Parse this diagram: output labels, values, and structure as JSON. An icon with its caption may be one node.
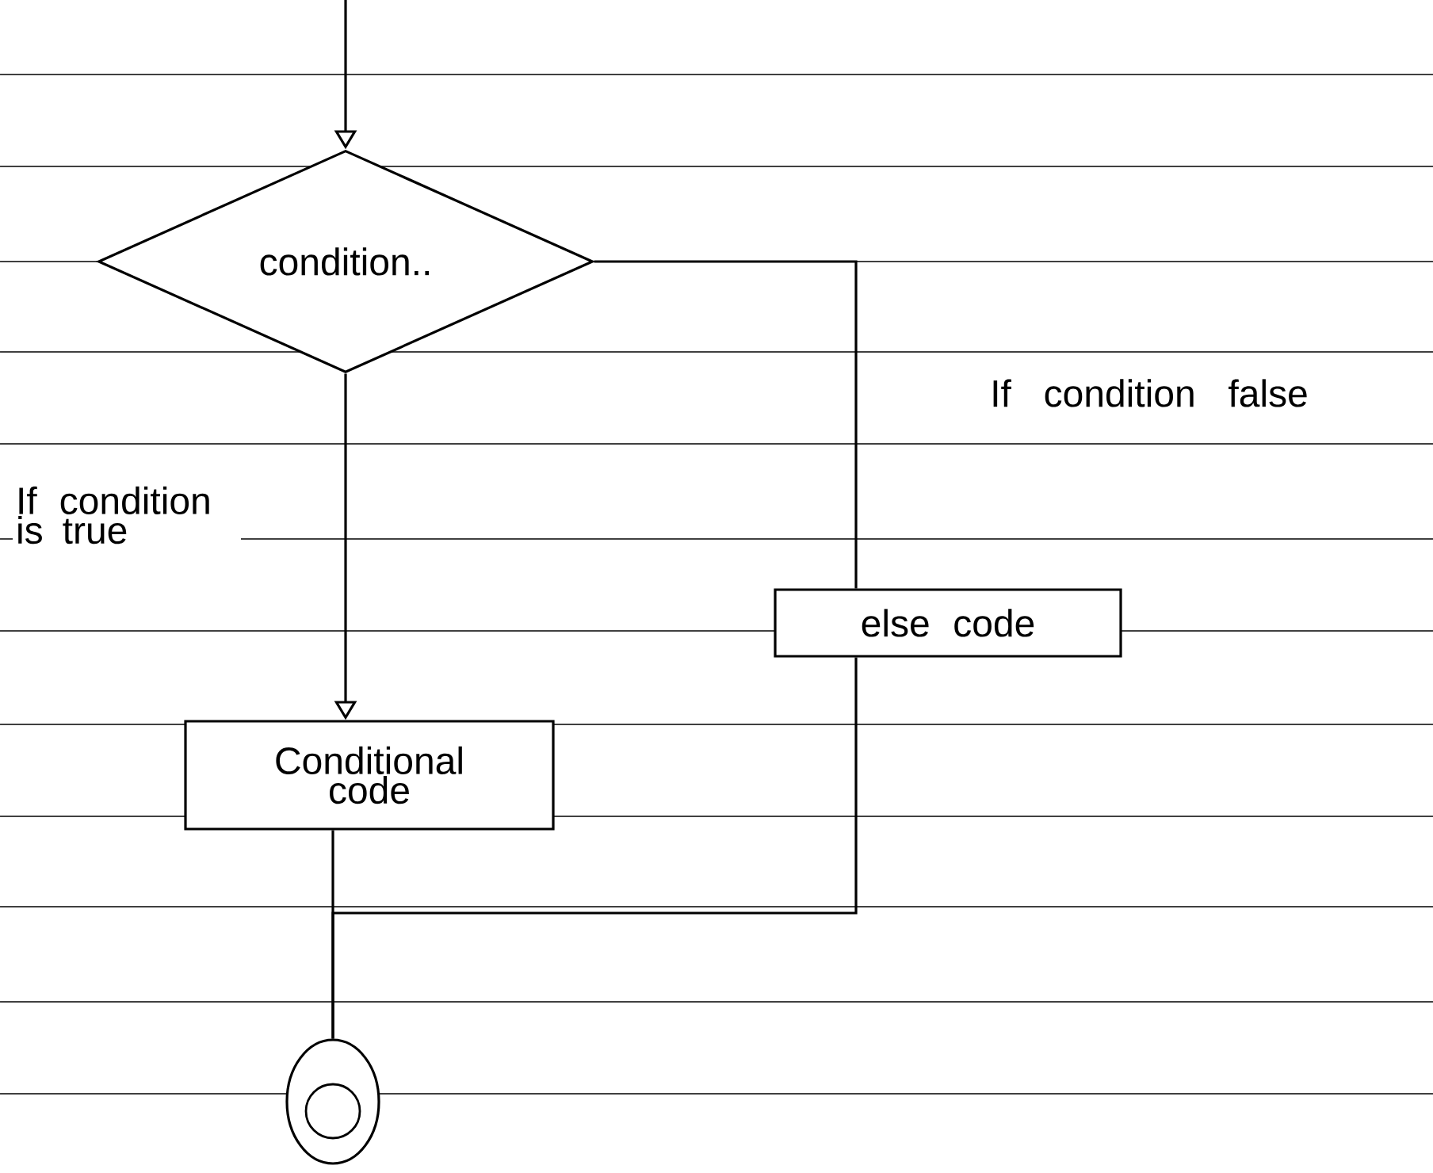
{
  "diagram": {
    "nodes": [
      {
        "text": [
          "condition.."
        ]
      },
      {
        "text": [
          "Conditional code"
        ]
      },
      {
        "text": [
          "else code"
        ]
      },
      {
        "text": [],
        "shape": "circle"
      }
    ],
    "edges": [
      {
        "from": null,
        "to": 0,
        "arrow": "to"
      },
      {
        "from": 0,
        "to": 1,
        "arrow": "to",
        "label": "If condition is true"
      },
      {
        "from": 0,
        "to": 2,
        "arrow": "none",
        "label": "If condition false"
      },
      {
        "from": 1,
        "to": 3,
        "arrow": "none"
      },
      {
        "from": 2,
        "to": 3,
        "arrow": "none"
      }
    ]
  }
}
